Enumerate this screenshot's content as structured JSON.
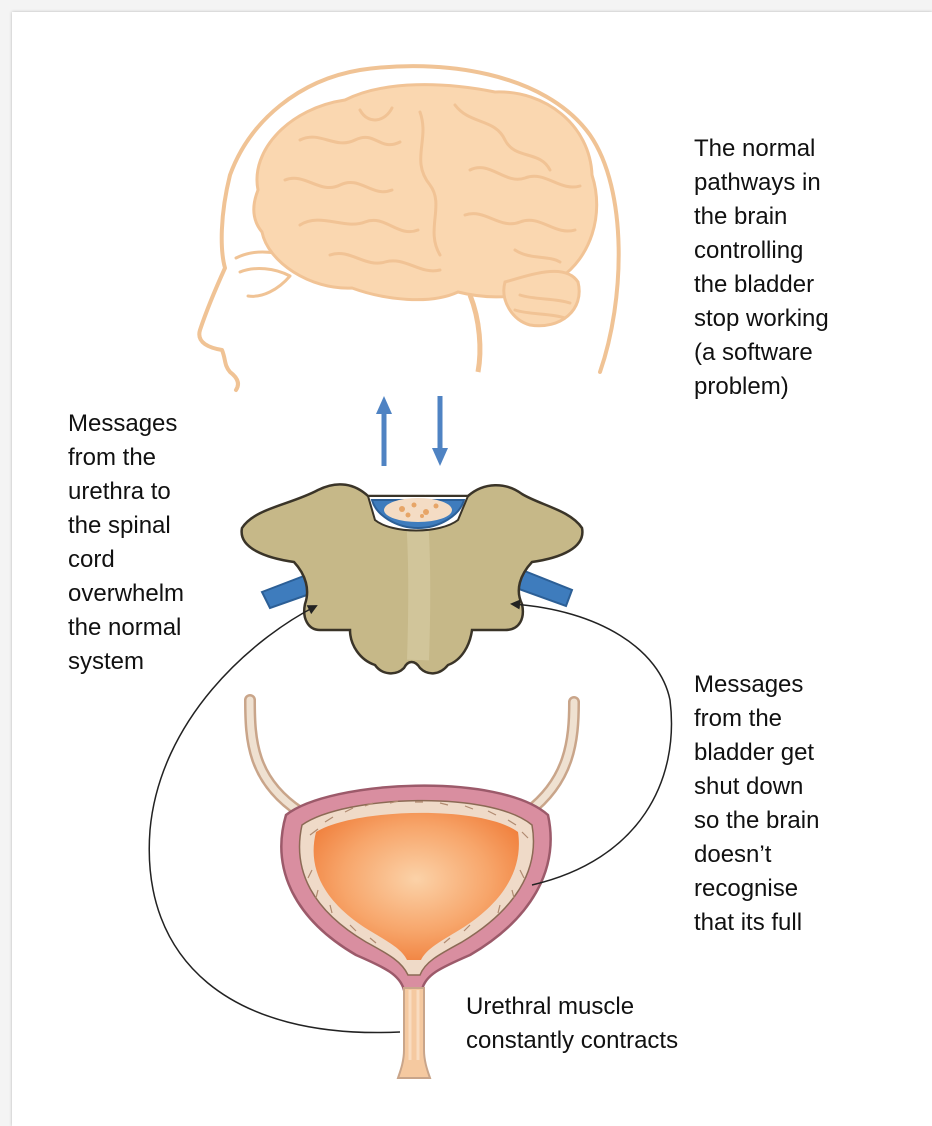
{
  "colors": {
    "brain_fill": "#fad7b0",
    "brain_outline": "#f1c395",
    "head_outline": "#f0c395",
    "vertebra_fill": "#c6b888",
    "vertebra_outline": "#3a3428",
    "nerve_blue": "#3e7cbd",
    "arrow_blue": "#4f83c3",
    "bladder_wall": "#d98ea0",
    "bladder_inner": "#f59050",
    "urethra_tube": "#e7d3c0",
    "pointer_line": "#222222",
    "text": "#111111"
  },
  "labels": {
    "top_right": [
      "The normal",
      "pathways in",
      "the brain",
      "controlling",
      "the bladder",
      "stop working",
      "(a software",
      "problem)"
    ],
    "left": [
      "Messages",
      "from the",
      "urethra to",
      "the spinal",
      "cord",
      "overwhelm",
      "the normal",
      "system"
    ],
    "right": [
      "Messages",
      "from the",
      "bladder get",
      "shut down",
      "so the brain",
      "doesn’t",
      "recognise",
      "that its full"
    ],
    "bottom": [
      "Urethral muscle",
      "constantly contracts"
    ]
  }
}
